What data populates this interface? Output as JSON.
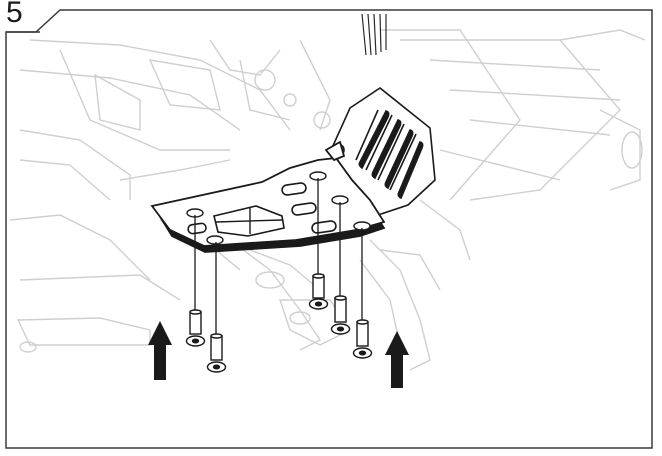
{
  "step": {
    "number": "5"
  },
  "colors": {
    "frame": "#3a3a3a",
    "faint_line": "#cfcfcf",
    "part_line": "#1a1a1a",
    "arrow_fill": "#1a1a1a"
  },
  "illustration": {
    "part": "mounting-plate",
    "screw_count": 5,
    "arrow_count": 2,
    "arrow_direction": "up"
  }
}
